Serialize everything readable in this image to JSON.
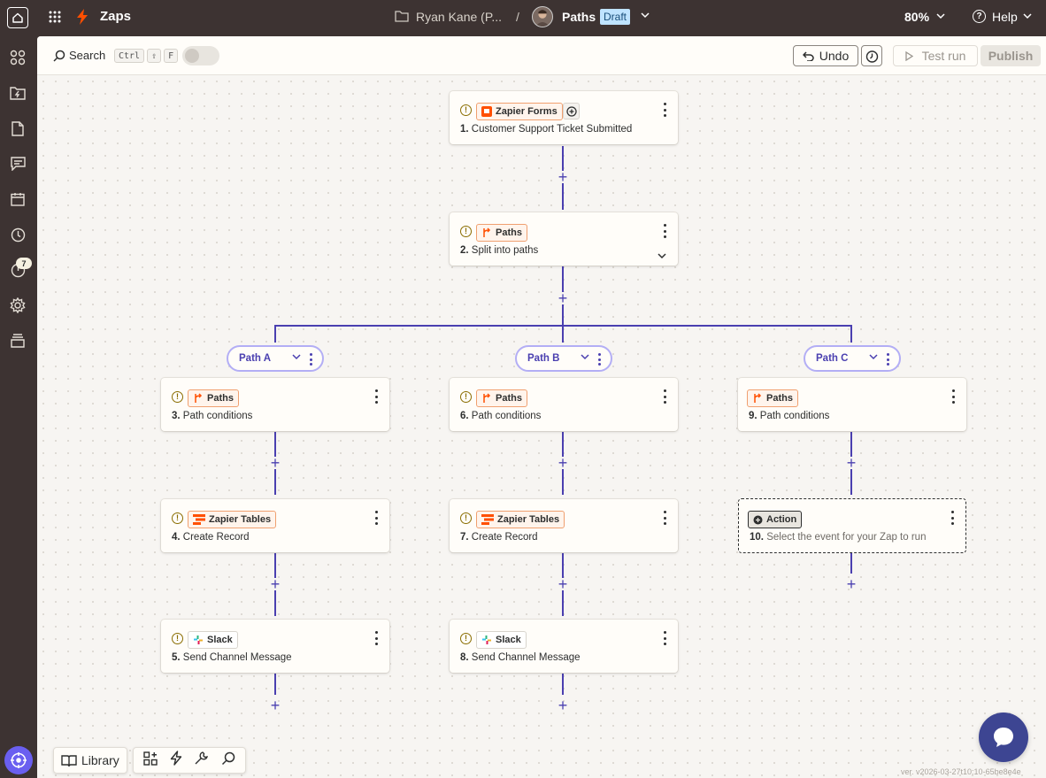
{
  "topbar": {
    "app_title": "Zaps",
    "folder_name": "Ryan Kane (P...",
    "separator": "/",
    "zap_name": "Paths",
    "status_badge": "Draft",
    "zoom": "80%",
    "help_label": "Help"
  },
  "sidebar": {
    "notification_count": "7"
  },
  "toolbar": {
    "search_label": "Search",
    "shortcut_ctrl": "Ctrl",
    "shortcut_shift": "⇧",
    "shortcut_f": "F",
    "undo_label": "Undo",
    "test_run_label": "Test run",
    "publish_label": "Publish"
  },
  "steps": {
    "s1": {
      "app": "Zapier Forms",
      "num": "1.",
      "title": "Customer Support Ticket Submitted"
    },
    "s2": {
      "app": "Paths",
      "num": "2.",
      "title": "Split into paths"
    },
    "s3": {
      "app": "Paths",
      "num": "3.",
      "title": "Path conditions"
    },
    "s4": {
      "app": "Zapier Tables",
      "num": "4.",
      "title": "Create Record"
    },
    "s5": {
      "app": "Slack",
      "num": "5.",
      "title": "Send Channel Message"
    },
    "s6": {
      "app": "Paths",
      "num": "6.",
      "title": "Path conditions"
    },
    "s7": {
      "app": "Zapier Tables",
      "num": "7.",
      "title": "Create Record"
    },
    "s8": {
      "app": "Slack",
      "num": "8.",
      "title": "Send Channel Message"
    },
    "s9": {
      "app": "Paths",
      "num": "9.",
      "title": "Path conditions"
    },
    "s10": {
      "app": "Action",
      "num": "10.",
      "title": "Select the event for your Zap to run"
    }
  },
  "paths": {
    "a": "Path A",
    "b": "Path B",
    "c": "Path C"
  },
  "bottom": {
    "library_label": "Library"
  },
  "footer": {
    "version": "ver. v2026-03-27t10:10-65be8e4e"
  },
  "colors": {
    "brand_orange": "#ff4f00",
    "path_purple": "#4a3fb0",
    "draft_blue": "#bfe3ff",
    "chat_button": "#3d4592"
  }
}
